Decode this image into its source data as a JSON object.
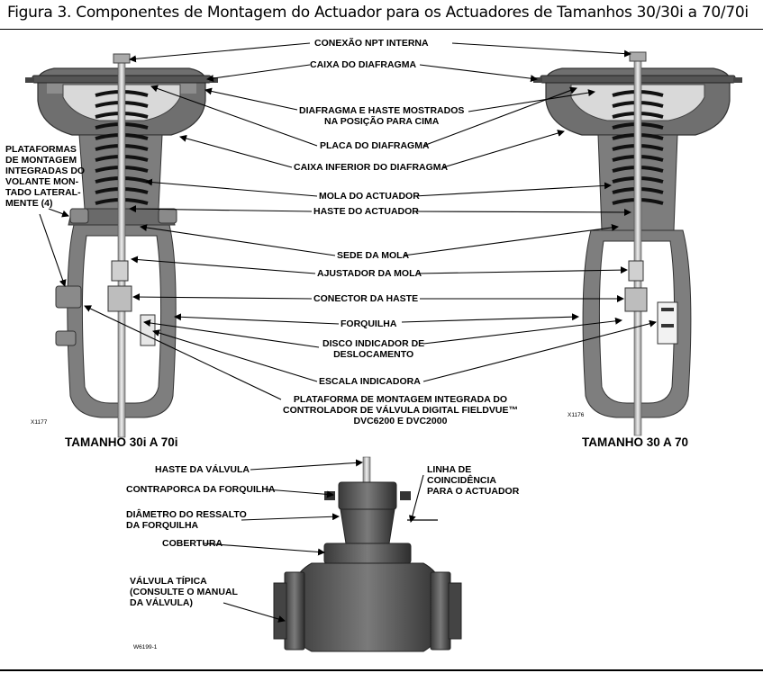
{
  "figure": {
    "title": "Figura 3. Componentes de Montagem do Actuador para os Actuadores de Tamanhos 30/30i a 70/70i"
  },
  "labels": {
    "conexao": "CONEXÃO NPT INTERNA",
    "caixa_diafragma": "CAIXA DO DIAFRAGMA",
    "diafragma_haste": "DIAFRAGMA  E  HASTE  MOSTRADOS\nNA POSIÇÃO PARA CIMA",
    "placa": "PLACA DO DIAFRAGMA",
    "caixa_inferior": "CAIXA INFERIOR DO DIAFRAGMA",
    "mola": "MOLA DO ACTUADOR",
    "haste_actuador": "HASTE DO ACTUADOR",
    "sede_mola": "SEDE DA MOLA",
    "ajustador": "AJUSTADOR DA MOLA",
    "conector": "CONECTOR DA HASTE",
    "forquilha": "FORQUILHA",
    "disco": "DISCO INDICADOR DE\nDESLOCAMENTO",
    "escala": "ESCALA INDICADORA",
    "plataforma_controlador": "PLATAFORMA DE MONTAGEM INTEGRADA DO\nCONTROLADOR DE VÁLVULA DIGITAL FIELDVUE™\nDVC6200 E DVC2000",
    "plataformas_volante": "PLATAFORMAS\nDE MONTAGEM\nINTEGRADAS DO\nVOLANTE MON-\nTADO LATERAL-\nMENTE (4)",
    "haste_valvula": "HASTE DA VÁLVULA",
    "contraporca": "CONTRAPORCA DA FORQUILHA",
    "diametro": "DIÂMETRO DO RESSALTO\nDA FORQUILHA",
    "cobertura": "COBERTURA",
    "valvula_tipica": "VÁLVULA TÍPICA\n(CONSULTE O MANUAL\nDA VÁLVULA)",
    "linha": "LINHA DE\nCOINCIDÊNCIA\nPARA O ACTUADOR"
  },
  "captions": {
    "left": "TAMANHO 30i A 70i",
    "right": "TAMANHO 30 A 70"
  },
  "codes": {
    "left": "X1177",
    "right": "X1176",
    "valve": "W6199-1"
  }
}
